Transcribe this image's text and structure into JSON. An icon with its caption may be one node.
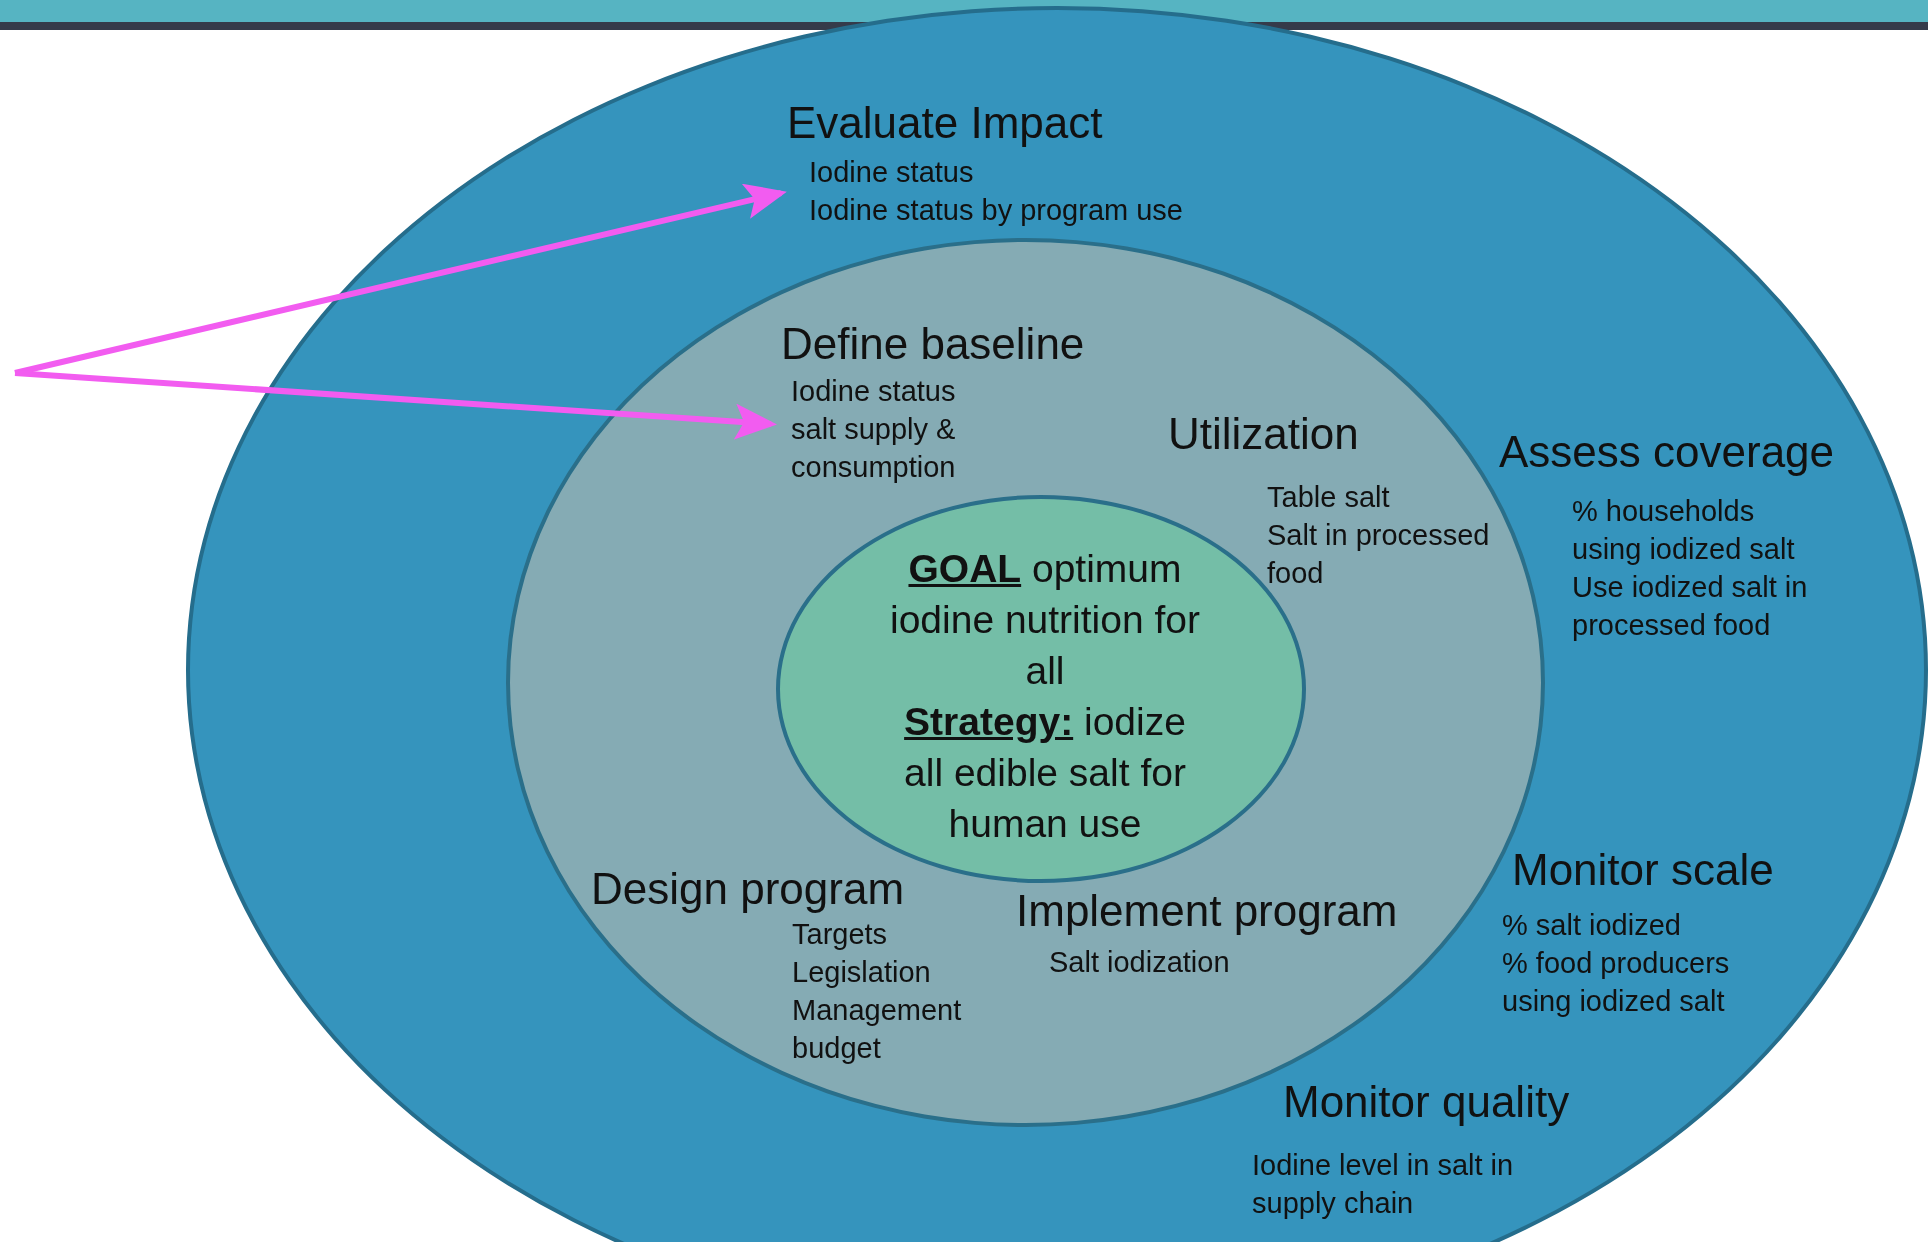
{
  "diagram": {
    "nodes": [
      {
        "text": [],
        "shape": "ellipse"
      },
      {
        "text": [
          "Evaluate Impact",
          "Iodine status",
          "Iodine status by program use"
        ],
        "in": 0
      },
      {
        "text": [
          "Assess coverage",
          "% households using iodized salt",
          "Use iodized salt in processed food"
        ],
        "in": 0
      },
      {
        "text": [
          "Monitor scale",
          "% salt iodized",
          "% food producers using iodized salt"
        ],
        "in": 0
      },
      {
        "text": [
          "Monitor quality",
          "Iodine level in salt in supply chain"
        ],
        "in": 0
      },
      {
        "text": [],
        "shape": "ellipse",
        "in": 0
      },
      {
        "text": [
          "Define baseline",
          "Iodine status",
          "salt supply & consumption"
        ],
        "in": 5
      },
      {
        "text": [
          "Utilization",
          "Table salt",
          "Salt in processed food"
        ],
        "in": 5
      },
      {
        "text": [
          "Design program",
          "Targets",
          "Legislation",
          "Management",
          "budget"
        ],
        "in": 5
      },
      {
        "text": [
          "Implement program",
          "Salt iodization"
        ],
        "in": 5
      },
      {
        "text": [
          "**GOAL** optimum iodine nutrition for all",
          "**Strategy:** iodize all edible salt for human use"
        ],
        "in": 5
      }
    ],
    "edges": [
      {
        "from": null,
        "to": 1,
        "arrow": "to"
      },
      {
        "from": null,
        "to": 6,
        "arrow": "to"
      }
    ]
  }
}
